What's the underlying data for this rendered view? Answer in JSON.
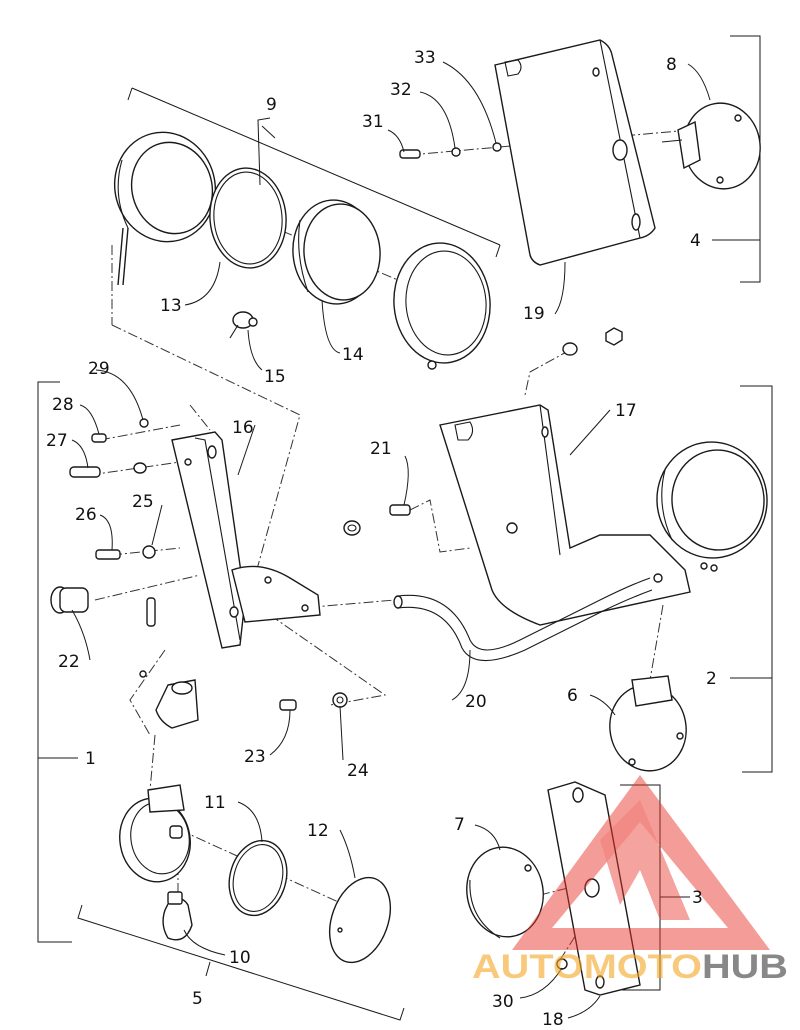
{
  "callouts": [
    {
      "id": "c1",
      "text": "1"
    },
    {
      "id": "c2",
      "text": "2"
    },
    {
      "id": "c3",
      "text": "3"
    },
    {
      "id": "c4",
      "text": "4"
    },
    {
      "id": "c5",
      "text": "5"
    },
    {
      "id": "c6",
      "text": "6"
    },
    {
      "id": "c7",
      "text": "7"
    },
    {
      "id": "c8",
      "text": "8"
    },
    {
      "id": "c9",
      "text": "9"
    },
    {
      "id": "c10",
      "text": "10"
    },
    {
      "id": "c11",
      "text": "11"
    },
    {
      "id": "c12",
      "text": "12"
    },
    {
      "id": "c13",
      "text": "13"
    },
    {
      "id": "c14",
      "text": "14"
    },
    {
      "id": "c15",
      "text": "15"
    },
    {
      "id": "c16",
      "text": "16"
    },
    {
      "id": "c17",
      "text": "17"
    },
    {
      "id": "c18",
      "text": "18"
    },
    {
      "id": "c19",
      "text": "19"
    },
    {
      "id": "c20",
      "text": "20"
    },
    {
      "id": "c21",
      "text": "21"
    },
    {
      "id": "c22",
      "text": "22"
    },
    {
      "id": "c23",
      "text": "23"
    },
    {
      "id": "c24",
      "text": "24"
    },
    {
      "id": "c25",
      "text": "25"
    },
    {
      "id": "c26",
      "text": "26"
    },
    {
      "id": "c27",
      "text": "27"
    },
    {
      "id": "c28",
      "text": "28"
    },
    {
      "id": "c29",
      "text": "29"
    },
    {
      "id": "c30",
      "text": "30"
    },
    {
      "id": "c31",
      "text": "31"
    },
    {
      "id": "c32",
      "text": "32"
    },
    {
      "id": "c33",
      "text": "33"
    }
  ],
  "watermark": {
    "brand_part1": "AUTOMOTO",
    "brand_part2": "HUB",
    "colors": {
      "triangle": "#e8342a",
      "brand_part1": "#f5a623",
      "brand_part2": "#3a3a3a"
    }
  }
}
